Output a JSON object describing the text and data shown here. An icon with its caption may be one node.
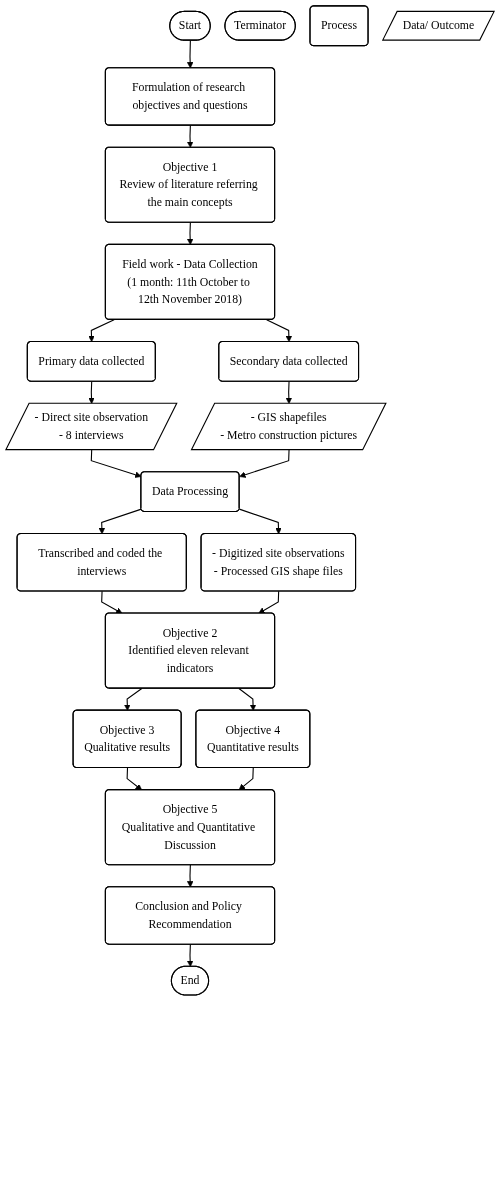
{
  "diagram": {
    "nodes": [
      {
        "text": [
          "Start"
        ]
      },
      {
        "text": [
          "Formulation of research objectives and questions"
        ]
      },
      {
        "text": [
          "Objective 1",
          "Review of literature referring the main concepts"
        ]
      },
      {
        "text": [
          "Field work - Data Collection",
          "(1 month: 11th October to 12th November 2018)"
        ]
      },
      {
        "text": [
          "Primary data collected"
        ]
      },
      {
        "text": [
          "Secondary data collected"
        ]
      },
      {
        "text": [
          "- Direct site observation",
          "- 8 interviews"
        ]
      },
      {
        "text": [
          "- GIS shapefiles",
          "- Metro construction pictures"
        ]
      },
      {
        "text": [
          "Data Processing"
        ]
      },
      {
        "text": [
          "Transcribed and coded the interviews"
        ]
      },
      {
        "text": [
          "- Digitized site observations",
          "- Processed GIS shape files"
        ]
      },
      {
        "text": [
          "Objective 2",
          "Identified eleven relevant indicators"
        ]
      },
      {
        "text": [
          "Objective 3",
          "Qualitative results"
        ]
      },
      {
        "text": [
          "Objective 4",
          "Quantitative results"
        ]
      },
      {
        "text": [
          "Objective 5",
          "Qualitative and Quantitative Discussion"
        ]
      },
      {
        "text": [
          "Conclusion and Policy Recommendation"
        ]
      },
      {
        "text": [
          "End"
        ]
      },
      {
        "text": [
          "Terminator"
        ]
      },
      {
        "text": [
          "Process"
        ]
      },
      {
        "text": [
          "Data/ Outcome"
        ]
      }
    ],
    "edges": [
      {
        "from": 0,
        "to": 1,
        "arrow": "to"
      },
      {
        "from": 1,
        "to": 2,
        "arrow": "to"
      },
      {
        "from": 2,
        "to": 3,
        "arrow": "to"
      },
      {
        "from": 3,
        "to": 4,
        "arrow": "to"
      },
      {
        "from": 3,
        "to": 5,
        "arrow": "to"
      },
      {
        "from": 4,
        "to": 6,
        "arrow": "to"
      },
      {
        "from": 5,
        "to": 7,
        "arrow": "to"
      },
      {
        "from": 6,
        "to": 8,
        "arrow": "to"
      },
      {
        "from": 7,
        "to": 8,
        "arrow": "to"
      },
      {
        "from": 8,
        "to": 9,
        "arrow": "to"
      },
      {
        "from": 8,
        "to": 10,
        "arrow": "to"
      },
      {
        "from": 9,
        "to": 11,
        "arrow": "to"
      },
      {
        "from": 10,
        "to": 11,
        "arrow": "to"
      },
      {
        "from": 11,
        "to": 12,
        "arrow": "to"
      },
      {
        "from": 11,
        "to": 13,
        "arrow": "to"
      },
      {
        "from": 12,
        "to": 14,
        "arrow": "to"
      },
      {
        "from": 13,
        "to": 14,
        "arrow": "to"
      },
      {
        "from": 14,
        "to": 15,
        "arrow": "to"
      },
      {
        "from": 15,
        "to": 16,
        "arrow": "to"
      }
    ]
  }
}
